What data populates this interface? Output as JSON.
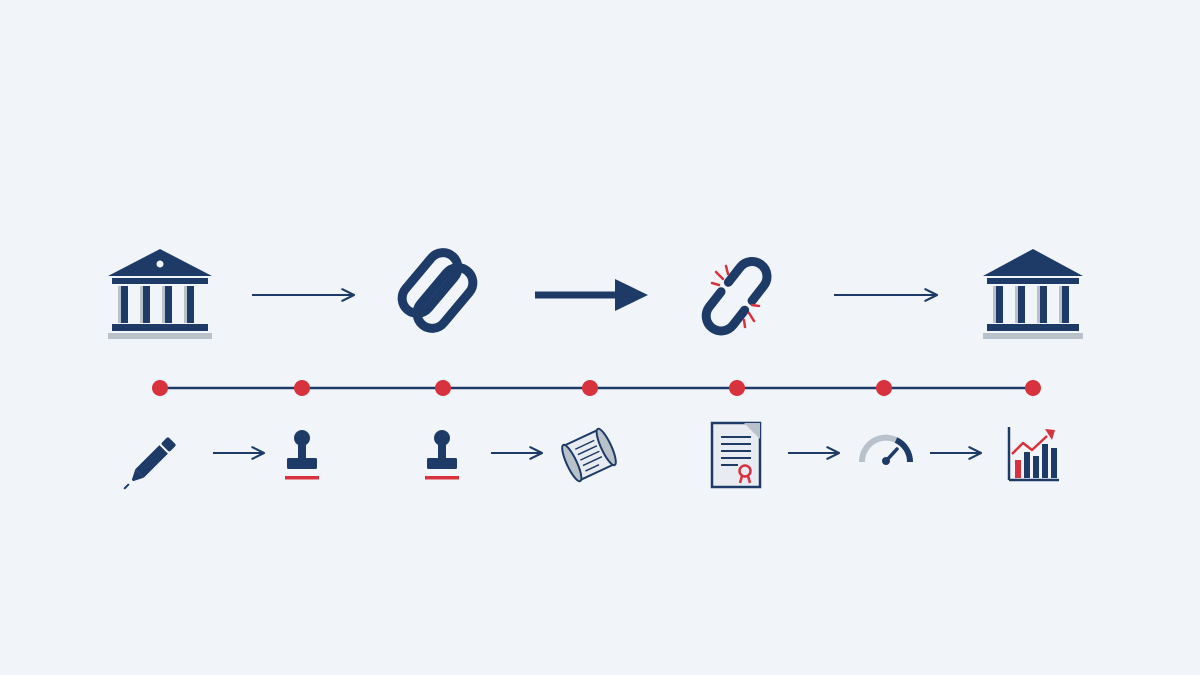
{
  "colors": {
    "background": "#f1f5fa",
    "navy": "#1e3a66",
    "red": "#d8323f",
    "gray": "#b9c1cb",
    "paper": "#e8ecf2"
  },
  "top_row": {
    "icons": [
      "institution-icon",
      "chain-link-icon",
      "broken-chain-icon",
      "institution-icon"
    ],
    "arrows": [
      "thin-arrow",
      "bold-arrow",
      "thin-arrow"
    ]
  },
  "timeline": {
    "marker_count": 7
  },
  "bottom_row": {
    "groups": [
      {
        "from": "pen-icon",
        "to": "stamp-icon"
      },
      {
        "from": "stamp-icon",
        "to": "scroll-icon"
      },
      {
        "from": "certificate-icon",
        "to": "gauge-icon",
        "then": "growth-chart-icon"
      }
    ]
  }
}
